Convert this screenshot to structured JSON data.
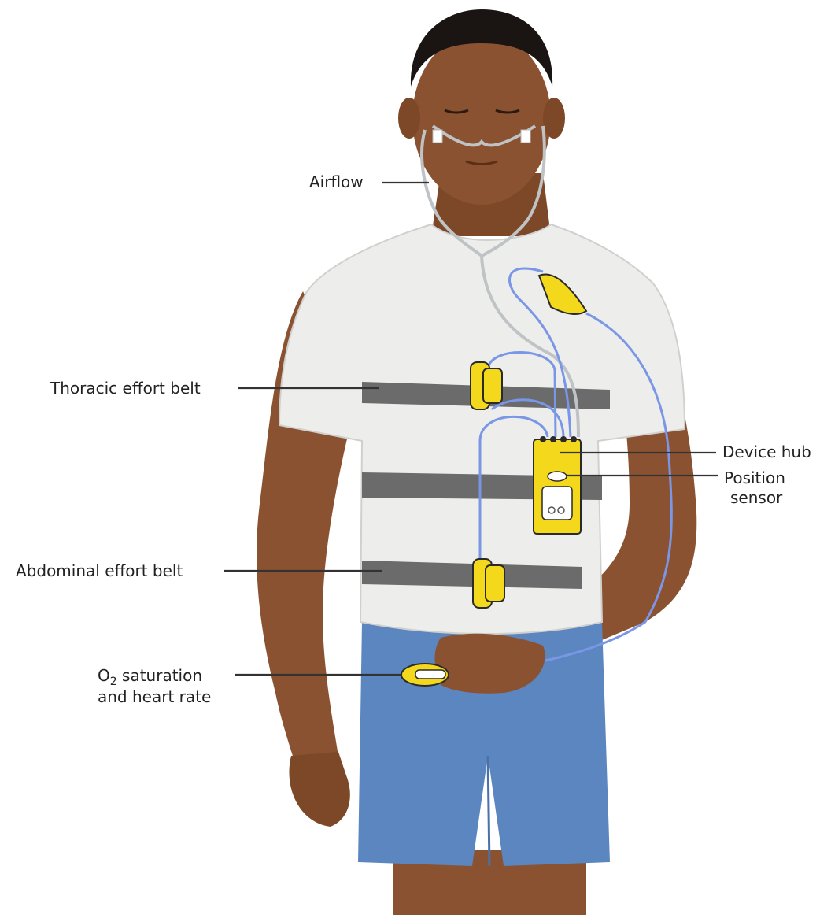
{
  "labels": {
    "airflow": "Airflow",
    "thoracic": "Thoracic effort belt",
    "abdominal": "Abdominal effort belt",
    "device_hub": "Device hub",
    "position_line1": "Position",
    "position_line2": "sensor",
    "o2_prefix": "O",
    "o2_subscript": "2",
    "o2_line1_rest": " saturation",
    "o2_line2": "and heart rate"
  },
  "colors": {
    "skin": "#8a5230",
    "shirt": "#ededeb",
    "belt": "#6b6b6b",
    "shorts": "#5b86bf",
    "sensor": "#f3d81c",
    "wire": "#7a96e6"
  }
}
